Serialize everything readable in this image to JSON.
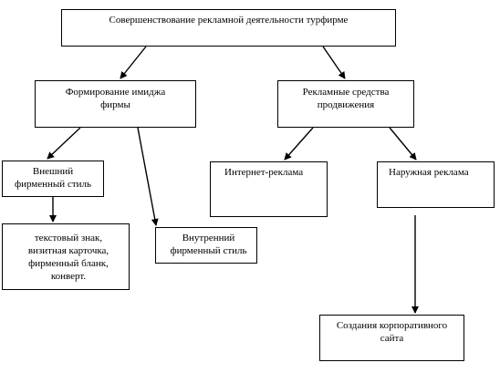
{
  "nodes": {
    "root": {
      "lines": [
        "Совершенствование рекламной деятельности  турфирме"
      ]
    },
    "image": {
      "lines": [
        "Формирование имиджа",
        "фирмы"
      ]
    },
    "promo": {
      "lines": [
        "Рекламные средства",
        "продвижения"
      ]
    },
    "external_style": {
      "lines": [
        "Внешний",
        "фирменный стиль"
      ]
    },
    "marks": {
      "lines": [
        "текстовый знак,",
        "визитная карточка,",
        "фирменный бланк,",
        "конверт."
      ]
    },
    "internal_style": {
      "lines": [
        "Внутренний",
        "фирменный стиль"
      ]
    },
    "internet": {
      "lines": [
        "Интернет-реклама"
      ]
    },
    "outdoor": {
      "lines": [
        "Наружная реклама"
      ]
    },
    "site": {
      "lines": [
        "Создания корпоративного",
        "сайта"
      ]
    }
  },
  "edges": [
    {
      "from": "root",
      "to": "image"
    },
    {
      "from": "root",
      "to": "promo"
    },
    {
      "from": "image",
      "to": "external_style"
    },
    {
      "from": "image",
      "to": "internal_style"
    },
    {
      "from": "external_style",
      "to": "marks"
    },
    {
      "from": "promo",
      "to": "internet"
    },
    {
      "from": "promo",
      "to": "outdoor"
    },
    {
      "from": "outdoor",
      "to": "site"
    }
  ]
}
